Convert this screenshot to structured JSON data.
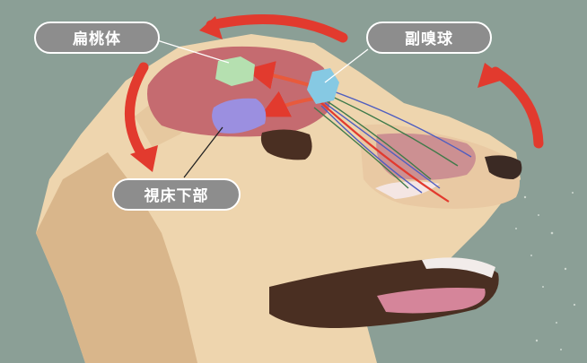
{
  "labels": {
    "amygdala": "扁桃体",
    "accessory_olfactory_bulb": "副嗅球",
    "hypothalamus": "視床下部"
  },
  "colors": {
    "background": "#8fa39a",
    "label_fill": "#8d8d8d",
    "arrow_red": "#e23a2e",
    "amygdala_green": "#b5e0b0",
    "aob_blue": "#86c9e3",
    "hypothalamus_purple": "#9b8fe0",
    "brain_pink": "#c56b70",
    "fur_light": "#eed5ae",
    "fur_mid": "#d9b68b"
  },
  "icons": [
    "curved-arrow",
    "dog-head",
    "nerve-pathway"
  ]
}
